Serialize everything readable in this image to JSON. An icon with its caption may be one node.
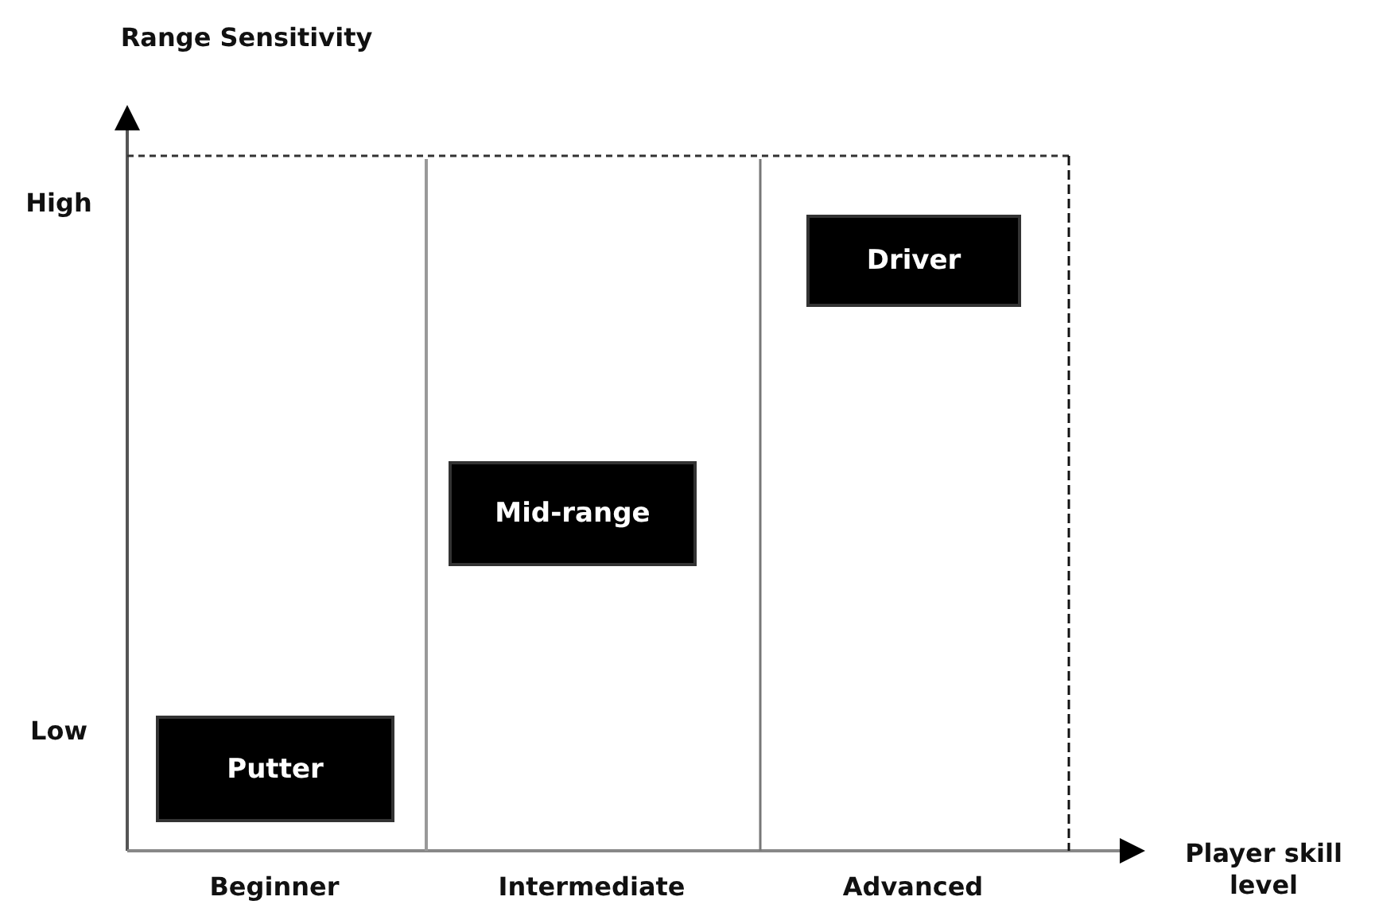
{
  "diagram": {
    "nodes": [
      {
        "text": [
          "Driver"
        ]
      },
      {
        "text": [
          "Mid-range"
        ]
      },
      {
        "text": [
          "Putter"
        ]
      }
    ],
    "labels": [
      "Range Sensitivity",
      "High",
      "Low",
      "Player skill level",
      "Beginner",
      "Intermediate",
      "Advanced"
    ]
  }
}
